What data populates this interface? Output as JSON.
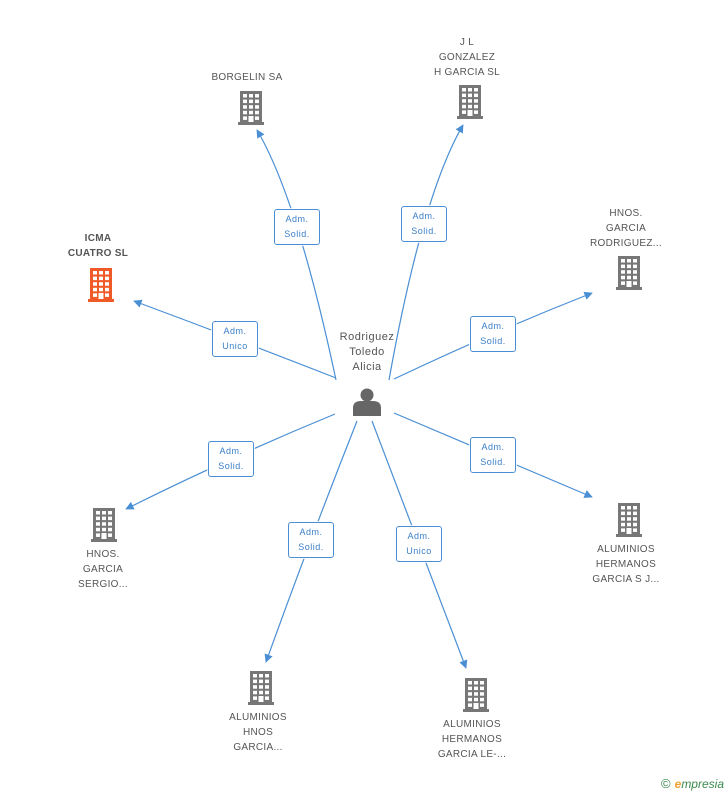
{
  "colors": {
    "edge": "#4a8fd4",
    "building": "#777777",
    "building_highlight": "#f05a28",
    "person": "#666666"
  },
  "center": {
    "name_lines": [
      "Rodriguez",
      "Toledo",
      "Alicia"
    ],
    "icon": "person-icon"
  },
  "companies": [
    {
      "id": "borgelin",
      "lines": [
        "BORGELIN SA"
      ],
      "highlight": false,
      "relation": [
        "Adm.",
        "Solid."
      ],
      "icon": "building-icon"
    },
    {
      "id": "jl-gonzalez",
      "lines": [
        "J L",
        "GONZALEZ",
        "H GARCIA SL"
      ],
      "highlight": false,
      "relation": [
        "Adm.",
        "Solid."
      ],
      "icon": "building-icon"
    },
    {
      "id": "hnos-garcia-rodriguez",
      "lines": [
        "HNOS.",
        "GARCIA",
        "RODRIGUEZ..."
      ],
      "highlight": false,
      "relation": [
        "Adm.",
        "Solid."
      ],
      "icon": "building-icon"
    },
    {
      "id": "icma-cuatro",
      "lines": [
        "ICMA",
        "CUATRO SL"
      ],
      "highlight": true,
      "relation": [
        "Adm.",
        "Unico"
      ],
      "icon": "building-icon"
    },
    {
      "id": "hnos-garcia-sergio",
      "lines": [
        "HNOS.",
        "GARCIA",
        "SERGIO..."
      ],
      "highlight": false,
      "relation": [
        "Adm.",
        "Solid."
      ],
      "icon": "building-icon"
    },
    {
      "id": "aluminios-hnos-garcia",
      "lines": [
        "ALUMINIOS",
        "HNOS",
        "GARCIA..."
      ],
      "highlight": false,
      "relation": [
        "Adm.",
        "Solid."
      ],
      "icon": "building-icon"
    },
    {
      "id": "aluminios-hermanos-garcia-le",
      "lines": [
        "ALUMINIOS",
        "HERMANOS",
        "GARCIA LE-..."
      ],
      "highlight": false,
      "relation": [
        "Adm.",
        "Unico"
      ],
      "icon": "building-icon"
    },
    {
      "id": "aluminios-hermanos-garcia-sj",
      "lines": [
        "ALUMINIOS",
        "HERMANOS",
        "GARCIA S J..."
      ],
      "highlight": false,
      "relation": [
        "Adm.",
        "Solid."
      ],
      "icon": "building-icon"
    }
  ],
  "footer": {
    "copyright_symbol": "©",
    "brand_initial": "e",
    "brand_rest": "mpresia"
  }
}
